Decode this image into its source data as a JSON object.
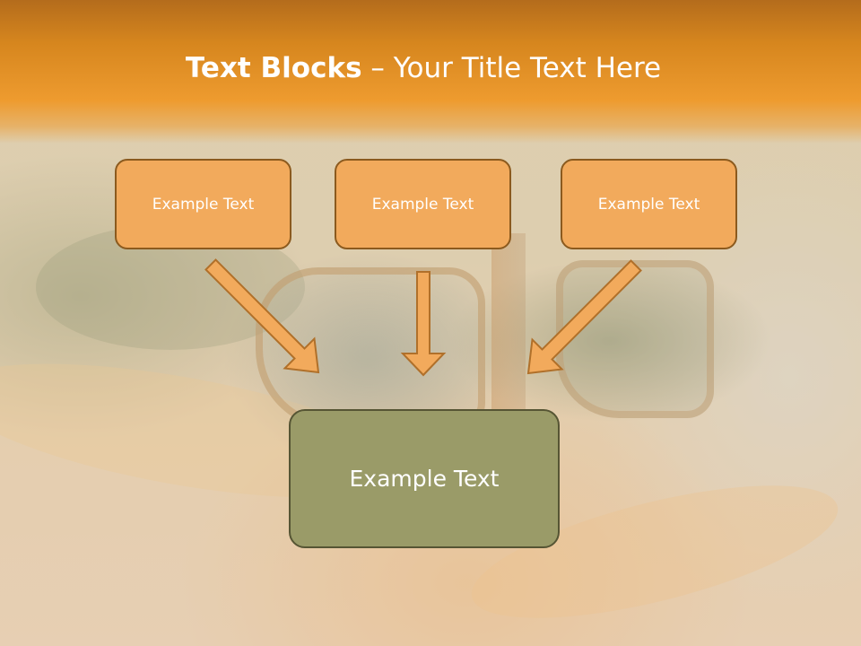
{
  "slide": {
    "title_bold": "Text Blocks",
    "title_rest": " – Your Title Text Here"
  },
  "boxes": [
    {
      "label": "Example Text"
    },
    {
      "label": "Example Text"
    },
    {
      "label": "Example Text"
    }
  ],
  "main_box": {
    "label": "Example Text"
  },
  "colors": {
    "header": "#ee9b2f",
    "box_fill": "#f2aa5c",
    "box_border": "#8b5a1e",
    "main_fill": "#9a9b68"
  }
}
